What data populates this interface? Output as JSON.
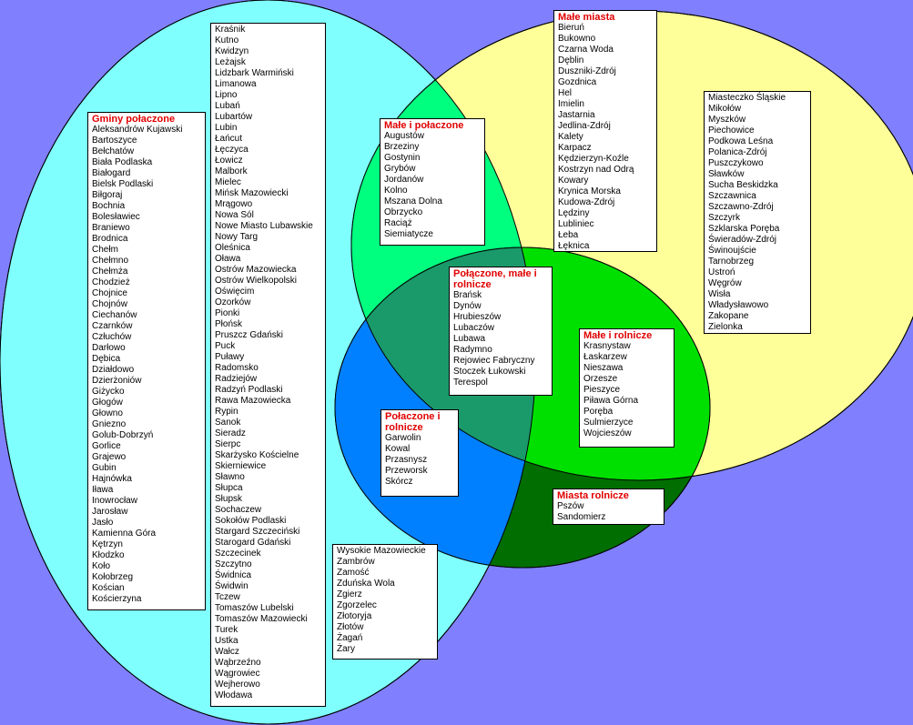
{
  "colors": {
    "background": "#8080ff",
    "gminy_polaczone": "#80ffff",
    "male_miasta": "#ffff99",
    "rolnicze": "#0066ff",
    "male_i_polaczone": "#00ff7f",
    "polaczone_i_rolnicze": "#0080ff",
    "male_i_rolnicze": "#00e000",
    "wszystkie": "#1a9a6a",
    "miasta_rolnicze": "#006e00",
    "title_text": "#e00000"
  },
  "gminy_polaczone": {
    "title": "Gminy połaczone",
    "items": [
      "Aleksandrów Kujawski",
      "Bartoszyce",
      "Bełchatów",
      "Biała Podlaska",
      "Białogard",
      "Bielsk Podlaski",
      "Biłgoraj",
      "Bochnia",
      "Bolesławiec",
      "Braniewo",
      "Brodnica",
      "Chełm",
      "Chełmno",
      "Chełmża",
      "Chodzież",
      "Chojnice",
      "Chojnów",
      "Ciechanów",
      "Czarnków",
      "Człuchów",
      "Darłowo",
      "Dębica",
      "Działdowo",
      "Dzierżoniów",
      "Giżycko",
      "Głogów",
      "Głowno",
      "Gniezno",
      "Golub-Dobrzyń",
      "Gorlice",
      "Grajewo",
      "Gubin",
      "Hajnówka",
      "Iława",
      "Inowrocław",
      "Jarosław",
      "Jasło",
      "Kamienna Góra",
      "Kętrzyn",
      "Kłodzko",
      "Koło",
      "Kołobrzeg",
      "Kościan",
      "Kościerzyna"
    ]
  },
  "gminy_polaczone_2": {
    "items": [
      "Kraśnik",
      "Kutno",
      "Kwidzyn",
      "Leżajsk",
      "Lidzbark Warmiński",
      "Limanowa",
      "Lipno",
      "Lubań",
      "Lubartów",
      "Lubin",
      "Łańcut",
      "Łęczyca",
      "Łowicz",
      "Malbork",
      "Mielec",
      "Mińsk Mazowiecki",
      "Mrągowo",
      "Nowa Sól",
      "Nowe Miasto Lubawskie",
      "Nowy Targ",
      "Oleśnica",
      "Oława",
      "Ostrów Mazowiecka",
      "Ostrów Wielkopolski",
      "Oświęcim",
      "Ozorków",
      "Pionki",
      "Płońsk",
      "Pruszcz Gdański",
      "Puck",
      "Puławy",
      "Radomsko",
      "Radziejów",
      "Radzyń Podlaski",
      "Rawa Mazowiecka",
      "Rypin",
      "Sanok",
      "Sieradz",
      "Sierpc",
      "Skarżysko Kościelne",
      "Skierniewice",
      "Sławno",
      "Słupca",
      "Słupsk",
      "Sochaczew",
      "Sokołów Podlaski",
      "Stargard Szczeciński",
      "Starogard Gdański",
      "Szczecinek",
      "Szczytno",
      "Świdnica",
      "Świdwin",
      "Tczew",
      "Tomaszów Lubelski",
      "Tomaszów Mazowiecki",
      "Turek",
      "Ustka",
      "Wałcz",
      "Wąbrzeźno",
      "Wągrowiec",
      "Wejherowo",
      "Włodawa"
    ]
  },
  "gminy_polaczone_3": {
    "items": [
      "Wysokie Mazowieckie",
      "Zambrów",
      "Zamość",
      "Zduńska Wola",
      "Zgierz",
      "Zgorzelec",
      "Złotoryja",
      "Złotów",
      "Żagań",
      "Żary"
    ]
  },
  "male_miasta": {
    "title": "Małe miasta",
    "items": [
      "Bieruń",
      "Bukowno",
      "Czarna Woda",
      "Dęblin",
      "Duszniki-Zdrój",
      "Gozdnica",
      "Hel",
      "Imielin",
      "Jastarnia",
      "Jedlina-Zdrój",
      "Kalety",
      "Karpacz",
      "Kędzierzyn-Koźle",
      "Kostrzyn nad Odrą",
      "Kowary",
      "Krynica Morska",
      "Kudowa-Zdrój",
      "Lędziny",
      "Lubliniec",
      "Łeba",
      "Łęknica"
    ]
  },
  "male_miasta_2": {
    "items": [
      "Miasteczko Śląskie",
      "Mikołów",
      "Myszków",
      "Piechowice",
      "Podkowa Leśna",
      "Polanica-Zdrój",
      "Puszczykowo",
      "Sławków",
      "Sucha Beskidzka",
      "Szczawnica",
      "Szczawno-Zdrój",
      "Szczyrk",
      "Szklarska Poręba",
      "Świeradów-Zdrój",
      "Świnoujście",
      "Tarnobrzeg",
      "Ustroń",
      "Węgrów",
      "Wisła",
      "Władysławowo",
      "Zakopane",
      "Zielonka"
    ]
  },
  "male_i_polaczone": {
    "title": "Małe i połaczone",
    "items": [
      "Augustów",
      "Brzeziny",
      "Gostynin",
      "Grybów",
      "Jordanów",
      "Kolno",
      "Mszana Dolna",
      "Obrzycko",
      "Raciąż",
      "Siemiatycze"
    ]
  },
  "wszystkie": {
    "title": "Połączone, małe i rolnicze",
    "items": [
      "Brańsk",
      "Dynów",
      "Hrubieszów",
      "Lubaczów",
      "Lubawa",
      "Radymno",
      "Rejowiec Fabryczny",
      "Stoczek Łukowski",
      "Terespol"
    ]
  },
  "male_i_rolnicze": {
    "title": "Małe i rolnicze",
    "items": [
      "Krasnystaw",
      "Łaskarzew",
      "Nieszawa",
      "Orzesze",
      "Pieszyce",
      "Piława Górna",
      "Poręba",
      "Sulmierzyce",
      "Wojcieszów"
    ]
  },
  "polaczone_i_rolnicze": {
    "title": "Połaczone i rolnicze",
    "items": [
      "Garwolin",
      "Kowal",
      "Przasnysz",
      "Przeworsk",
      "Skórcz"
    ]
  },
  "miasta_rolnicze": {
    "title": "Miasta rolnicze",
    "items": [
      "Pszów",
      "Sandomierz"
    ]
  }
}
